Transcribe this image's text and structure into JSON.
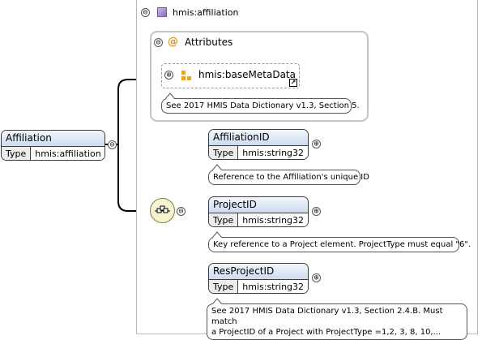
{
  "root_element": {
    "name": "Affiliation",
    "type_label": "Type",
    "type_value": "hmis:affiliation"
  },
  "complex_type": {
    "name": "hmis:affiliation"
  },
  "attributes": {
    "label": "Attributes",
    "items": [
      {
        "name": "hmis:baseMetaData",
        "note": "See 2017 HMIS Data Dictionary v1.3, Section 5."
      }
    ]
  },
  "sequence": {
    "icon": "sequence-icon"
  },
  "children": [
    {
      "name": "AffiliationID",
      "type_label": "Type",
      "type_value": "hmis:string32",
      "note_lines": [
        "Reference to the Affiliation's unique ID"
      ]
    },
    {
      "name": "ProjectID",
      "type_label": "Type",
      "type_value": "hmis:string32",
      "note_lines": [
        "Key reference to a Project element. ProjectType must equal \"6\"."
      ]
    },
    {
      "name": "ResProjectID",
      "type_label": "Type",
      "type_value": "hmis:string32",
      "note_lines": [
        "See 2017 HMIS Data Dictionary v1.3, Section 2.4.B. Must match",
        "a ProjectID of a Project with ProjectType =1,2, 3, 8, 10,..."
      ]
    }
  ],
  "toggles": {
    "collapse": "⊖",
    "expand": "⊕"
  },
  "colors": {
    "element_header": "#cddbf0",
    "attribute_icon": "#eea321",
    "type_icon": "#8a73c0",
    "sequence_fill": "#f7f3cf"
  }
}
